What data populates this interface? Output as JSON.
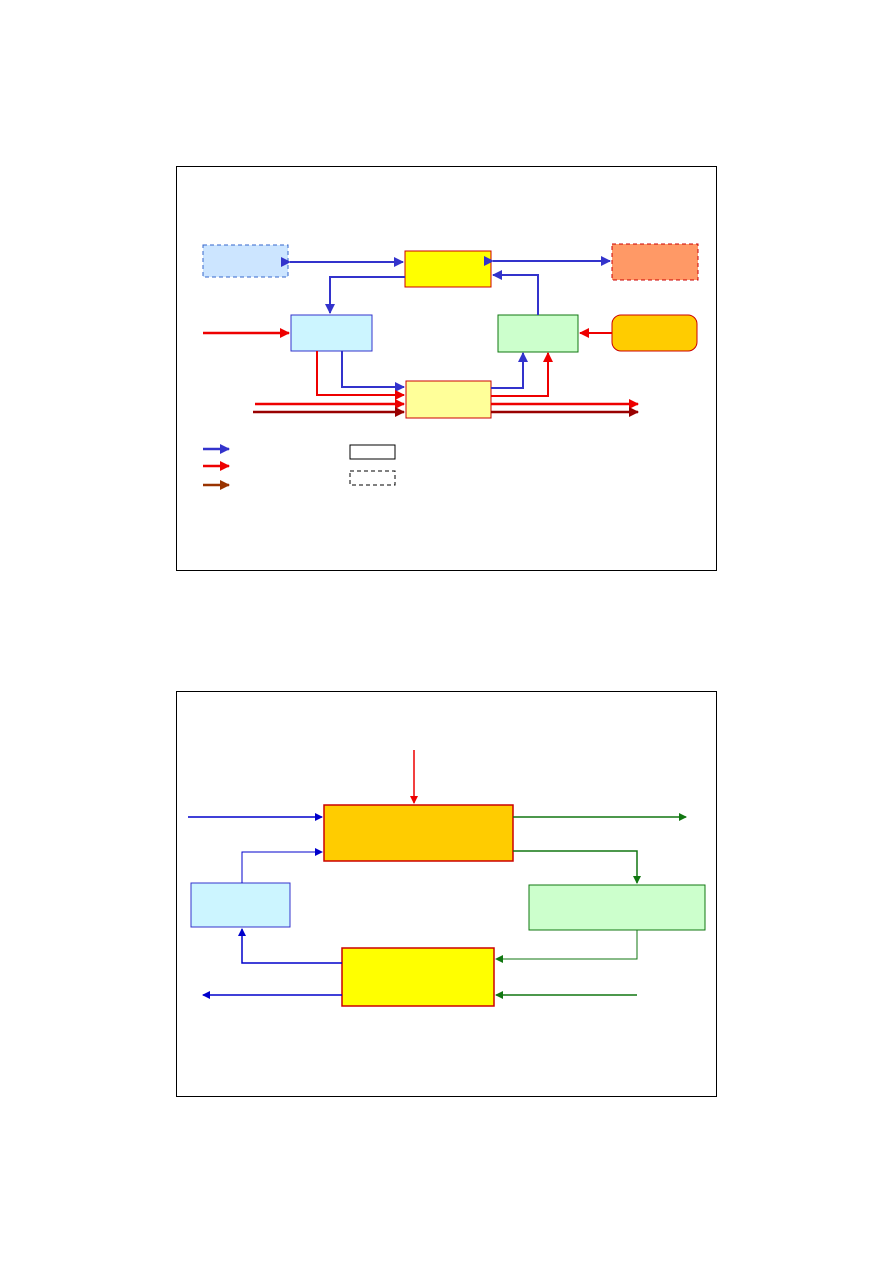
{
  "colors": {
    "blue_arrow": "#3333cc",
    "red_arrow": "#ee0000",
    "darkred_arrow": "#990000",
    "brown_arrow": "#993300",
    "green_arrow": "#117711",
    "yellow_box": "#ffff00",
    "light_yellow_box": "#ffff99",
    "light_blue_box": "#ccf5ff",
    "light_blue_dashed": "#cce5ff",
    "light_green_box": "#ccffcc",
    "salmon_box": "#ff9966",
    "orange_box": "#ffcc00"
  },
  "diagram1": {
    "boxes": [
      {
        "id": "top-left-dashed",
        "style": "dashed"
      },
      {
        "id": "top-center",
        "style": "solid"
      },
      {
        "id": "top-right-dashed",
        "style": "dashed"
      },
      {
        "id": "middle-left",
        "style": "solid"
      },
      {
        "id": "middle-right",
        "style": "solid"
      },
      {
        "id": "right-rounded",
        "style": "rounded"
      },
      {
        "id": "bottom-center",
        "style": "solid"
      }
    ],
    "legend": {
      "arrows": [
        "blue",
        "red",
        "brown"
      ],
      "box_styles": [
        "solid",
        "dashed"
      ]
    }
  },
  "diagram2": {
    "boxes": [
      {
        "id": "top-orange",
        "style": "solid"
      },
      {
        "id": "left-light-blue",
        "style": "solid"
      },
      {
        "id": "right-light-green",
        "style": "solid"
      },
      {
        "id": "bottom-yellow",
        "style": "solid"
      }
    ]
  }
}
